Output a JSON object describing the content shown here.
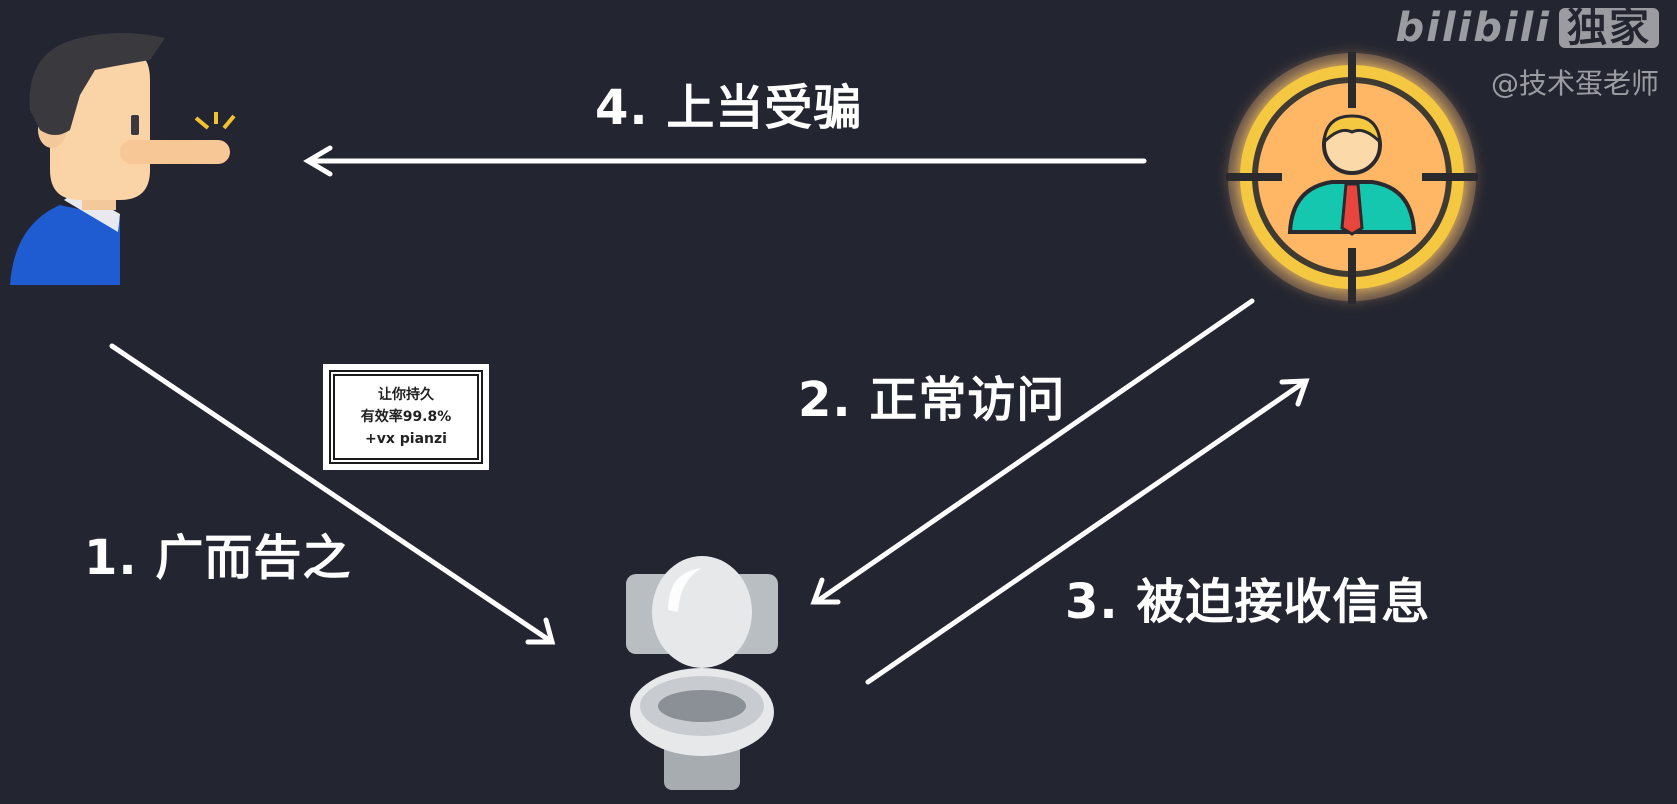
{
  "steps": {
    "step1": "1. 广而告之",
    "step2": "2. 正常访问",
    "step3": "3. 被迫接收信息",
    "step4": "4. 上当受骗"
  },
  "ad_card": {
    "line1": "让你持久",
    "line2": "有效率99.8%",
    "line3": "+vx pianzi"
  },
  "watermark": {
    "logo": "bilibili",
    "badge": "独家",
    "author": "@技术蛋老师"
  },
  "colors": {
    "background": "#232530",
    "arrow": "#ffffff",
    "target_ring": "#f5c842",
    "target_fill": "#ffb765",
    "person_suit": "#1f5bd1",
    "victim_shirt": "#18c7b0",
    "toilet": "#d9dde0"
  },
  "icons": [
    "liar-person-icon",
    "target-victim-icon",
    "toilet-icon"
  ]
}
